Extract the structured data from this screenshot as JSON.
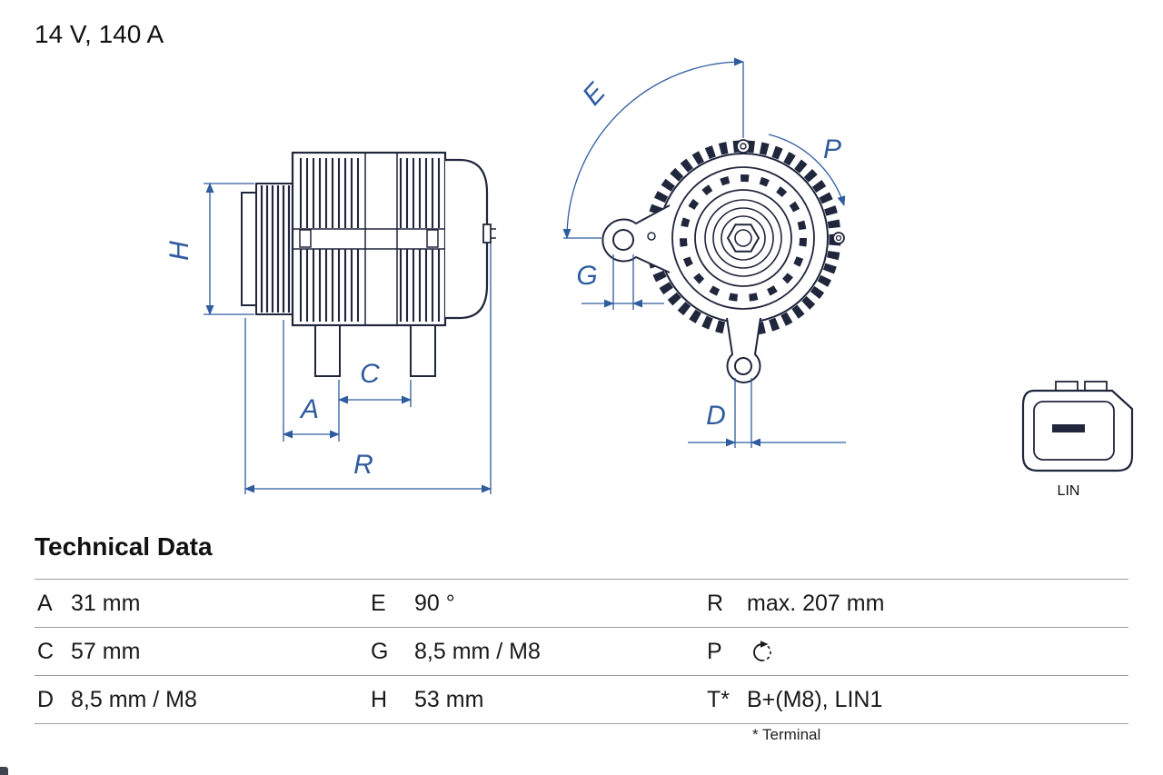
{
  "page": {
    "product_rating": "14 V, 140 A"
  },
  "diagram": {
    "dimension_labels": {
      "H": "H",
      "A": "A",
      "C": "C",
      "R": "R",
      "E": "E",
      "P": "P",
      "G": "G",
      "D": "D"
    },
    "connector_label": "LIN",
    "colors": {
      "dimension_blue": "#2f5c9f",
      "drawing_ink": "#20263c"
    },
    "views": [
      "alternator-side-view",
      "alternator-front-view",
      "lin-connector-plug"
    ]
  },
  "technical_data": {
    "title": "Technical Data",
    "rows": [
      [
        {
          "key": "A",
          "value": "31 mm"
        },
        {
          "key": "E",
          "value": "90 °"
        },
        {
          "key": "R",
          "value": "max. 207 mm"
        }
      ],
      [
        {
          "key": "C",
          "value": "57 mm"
        },
        {
          "key": "G",
          "value": "8,5 mm / M8"
        },
        {
          "key": "P",
          "value": "",
          "icon": "rotation-direction-clockwise-icon"
        }
      ],
      [
        {
          "key": "D",
          "value": "8,5 mm / M8"
        },
        {
          "key": "H",
          "value": "53 mm"
        },
        {
          "key": "T*",
          "value": "B+(M8), LIN1"
        }
      ]
    ],
    "footnote": "* Terminal"
  }
}
